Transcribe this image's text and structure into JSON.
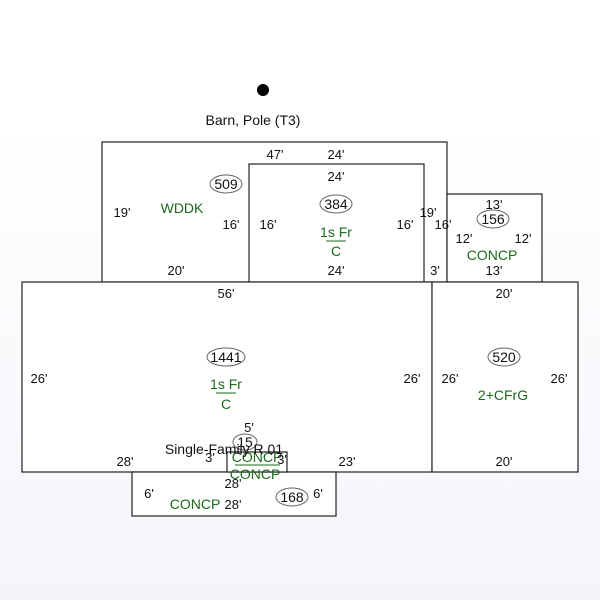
{
  "caption": "Barn, Pole (T3)",
  "overlay_label": "Single-Family R 01",
  "areas": {
    "wddk": {
      "id": "509",
      "code": "WDDK"
    },
    "second": {
      "id": "384",
      "code_top": "1s Fr",
      "code_bottom": "C"
    },
    "concp_small": {
      "id": "156",
      "code": "CONCP"
    },
    "main": {
      "id": "1441",
      "code_top": "1s Fr",
      "code_bottom": "C"
    },
    "garage": {
      "id": "520",
      "code": "2+CFrG"
    },
    "stoop": {
      "id": "15",
      "code_top": "CONCP",
      "code_bottom": "CONCP"
    },
    "patio": {
      "id": "168",
      "code": "CONCP"
    }
  },
  "dims": {
    "d47": "47'",
    "d24a": "24'",
    "d24b": "24'",
    "d24c": "24'",
    "d19a": "19'",
    "d16a": "16'",
    "d16b": "16'",
    "d16c": "16'",
    "d19b": "19'",
    "d16d": "16'",
    "d20a": "20'",
    "d3a": "3'",
    "d13a": "13'",
    "d12a": "12'",
    "d12b": "12'",
    "d13b": "13'",
    "d56": "56'",
    "d20b": "20'",
    "d26a": "26'",
    "d26b": "26'",
    "d26c": "26'",
    "d26d": "26'",
    "d28a": "28'",
    "d23": "23'",
    "d20c": "20'",
    "d5": "5'",
    "d3b": "3'",
    "d3c": "3'",
    "d28b": "28'",
    "d6a": "6'",
    "d28c": "28'",
    "d6b": "6'"
  }
}
